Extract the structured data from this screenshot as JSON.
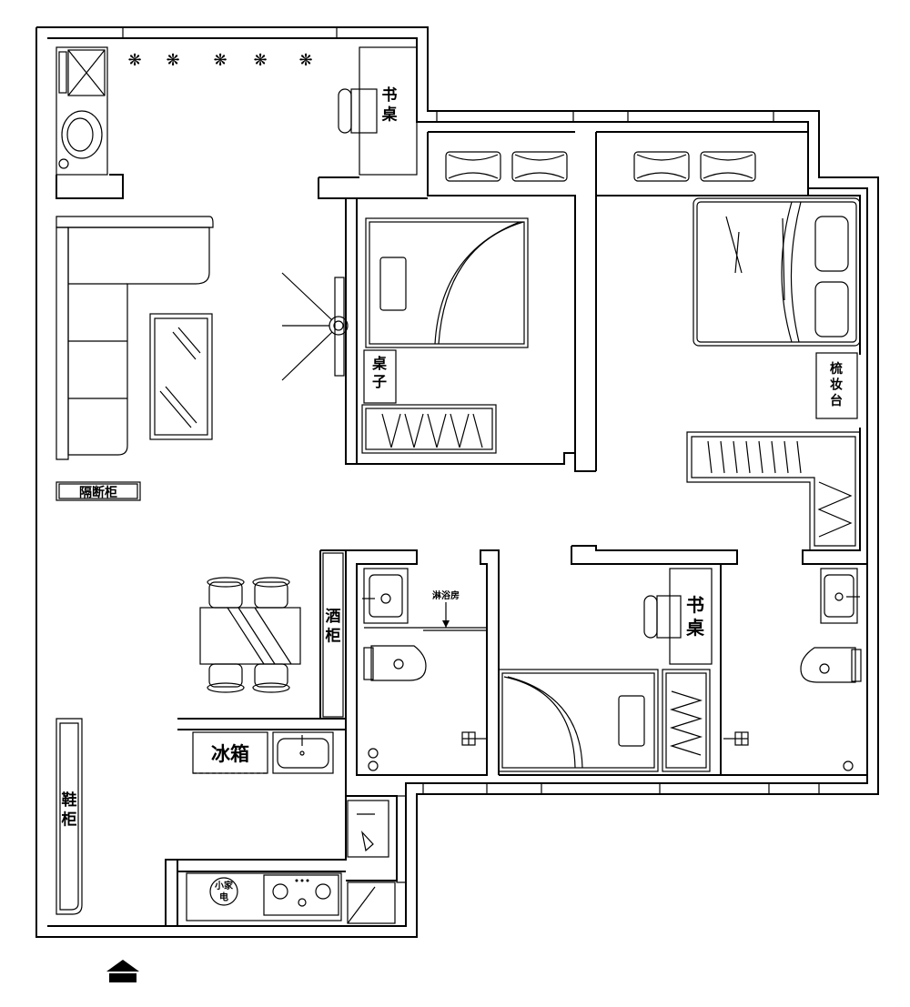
{
  "labels": {
    "desk_top": "书桌",
    "table_bedroom": "桌子",
    "dressing_table": "梳妆台",
    "partition_cabinet": "隔断柜",
    "wine_cabinet": "酒柜",
    "fridge": "冰箱",
    "shoe_cabinet": "鞋柜",
    "shower_room": "淋浴房",
    "desk_bottom": "书桌",
    "small_appliance": "小家电"
  }
}
